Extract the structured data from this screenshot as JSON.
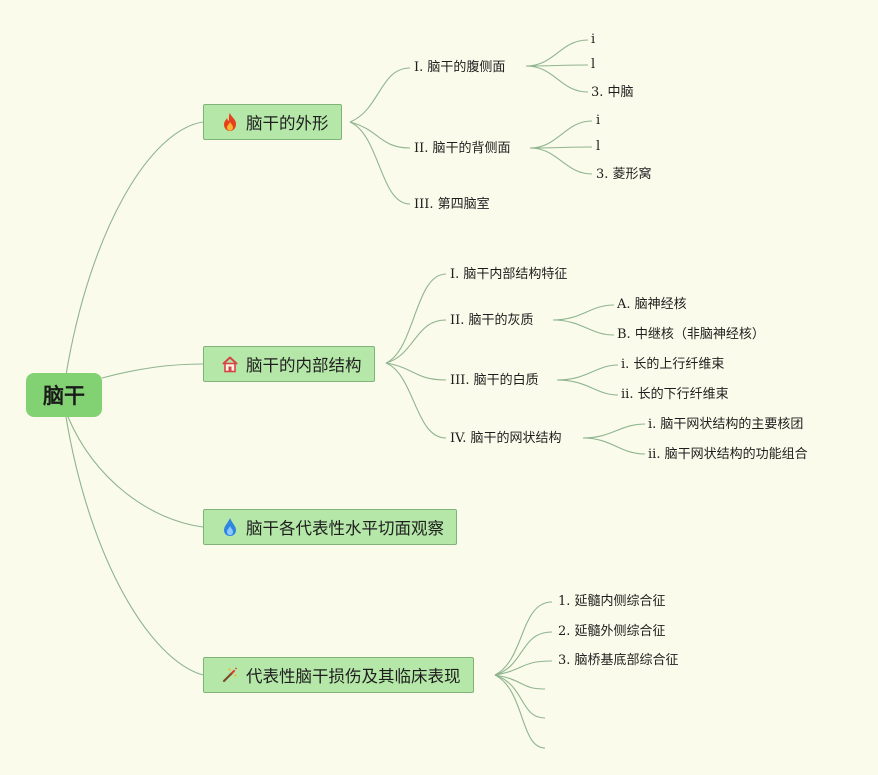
{
  "root": {
    "label": "脑干"
  },
  "branches": [
    {
      "label": "脑干的外形",
      "icon": "fire-icon",
      "children": [
        {
          "label": "I. 脑干的腹侧面",
          "children": [
            "i",
            "l",
            "3. 中脑"
          ]
        },
        {
          "label": "II. 脑干的背侧面",
          "children": [
            "i",
            "l",
            "3. 菱形窝"
          ]
        },
        {
          "label": "III. 第四脑室",
          "children": []
        }
      ]
    },
    {
      "label": "脑干的内部结构",
      "icon": "home-icon",
      "children": [
        {
          "label": "I. 脑干内部结构特征",
          "children": []
        },
        {
          "label": "II. 脑干的灰质",
          "children": [
            "A. 脑神经核",
            "B. 中继核（非脑神经核）"
          ]
        },
        {
          "label": "III. 脑干的白质",
          "children": [
            "i. 长的上行纤维束",
            "ii. 长的下行纤维束"
          ]
        },
        {
          "label": "IV. 脑干的网状结构",
          "children": [
            "i. 脑干网状结构的主要核团",
            "ii. 脑干网状结构的功能组合"
          ]
        }
      ]
    },
    {
      "label": "脑干各代表性水平切面观察",
      "icon": "water-drop-icon",
      "children": []
    },
    {
      "label": "代表性脑干损伤及其临床表现",
      "icon": "magic-wand-icon",
      "children": [
        {
          "label": "1. 延髓内侧综合征",
          "children": []
        },
        {
          "label": "2. 延髓外侧综合征",
          "children": []
        },
        {
          "label": "3. 脑桥基底部综合征",
          "children": []
        },
        {
          "label": "",
          "children": []
        },
        {
          "label": "",
          "children": []
        },
        {
          "label": "",
          "children": []
        }
      ]
    }
  ]
}
